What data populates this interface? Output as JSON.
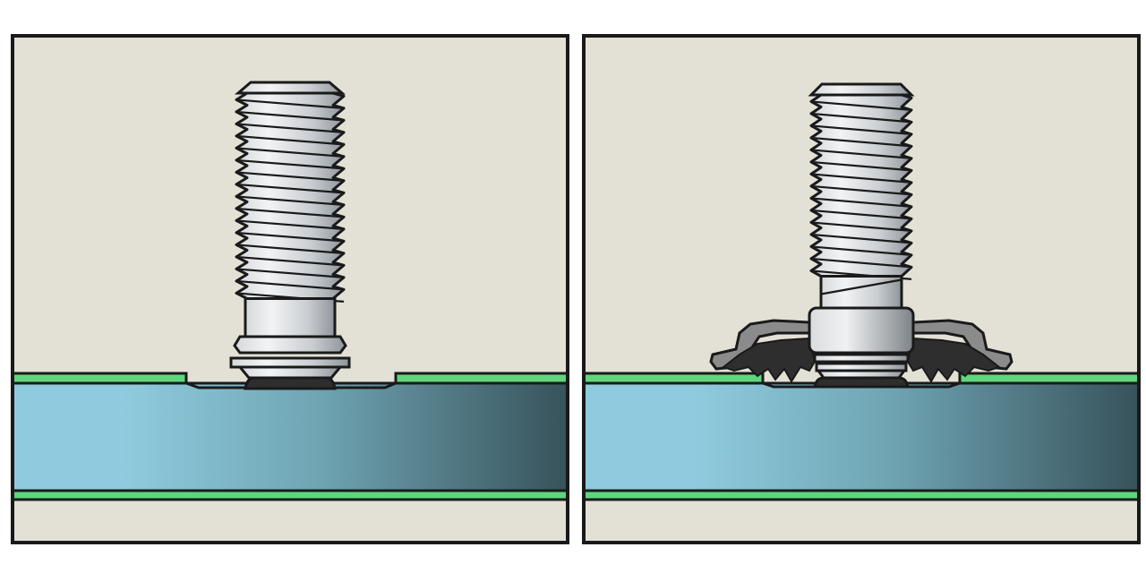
{
  "figure": {
    "panels": [
      {
        "id": "before",
        "state": "stud-before-fusion"
      },
      {
        "id": "after",
        "state": "stud-after-fusion"
      }
    ]
  },
  "colors": {
    "background": "#ffffff",
    "panel_bg": "#e3e1d6",
    "outline": "#1a1a1a",
    "coating": "#5fd67e",
    "plate_light": "#8fcbde",
    "plate_dark": "#37525b",
    "metal_light": "#eceeef",
    "metal_mid": "#c9cdd1",
    "metal_dark": "#8f959b",
    "fillet_dark": "#2e2e2e",
    "fillet_grey": "#8b8b8b",
    "ferrule_grey": "#6f6f6f"
  }
}
